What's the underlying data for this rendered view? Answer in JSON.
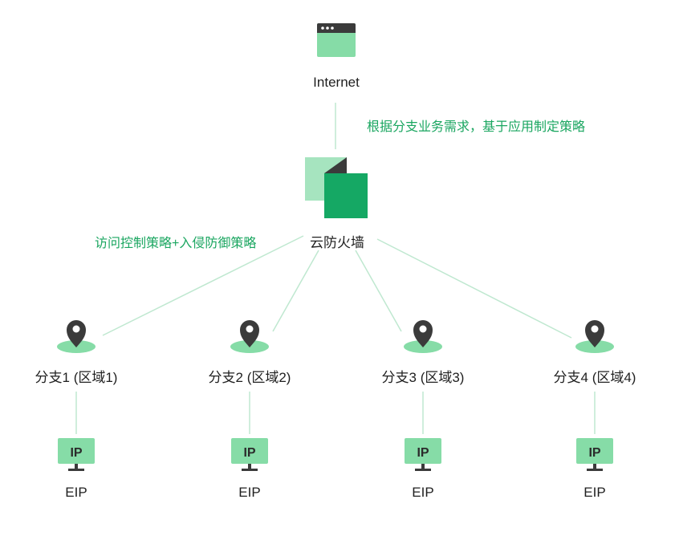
{
  "colors": {
    "accent": "#15a864",
    "light_green": "#86dca7",
    "pale_green": "#a6e4bf",
    "line": "#bfe8d0",
    "dark": "#3b3b3b",
    "label_green": "#1aa660"
  },
  "internet": {
    "label": "Internet",
    "icon": "browser-window-icon"
  },
  "firewall": {
    "label": "云防火墙",
    "icon": "firewall-icon"
  },
  "policy_top": "根据分支业务需求，基于应用制定策略",
  "policy_left": "访问控制策略+入侵防御策略",
  "branches": [
    {
      "label": "分支1 (区域1)",
      "eip_label": "EIP",
      "ip_text": "IP"
    },
    {
      "label": "分支2 (区域2)",
      "eip_label": "EIP",
      "ip_text": "IP"
    },
    {
      "label": "分支3 (区域3)",
      "eip_label": "EIP",
      "ip_text": "IP"
    },
    {
      "label": "分支4 (区域4)",
      "eip_label": "EIP",
      "ip_text": "IP"
    }
  ]
}
